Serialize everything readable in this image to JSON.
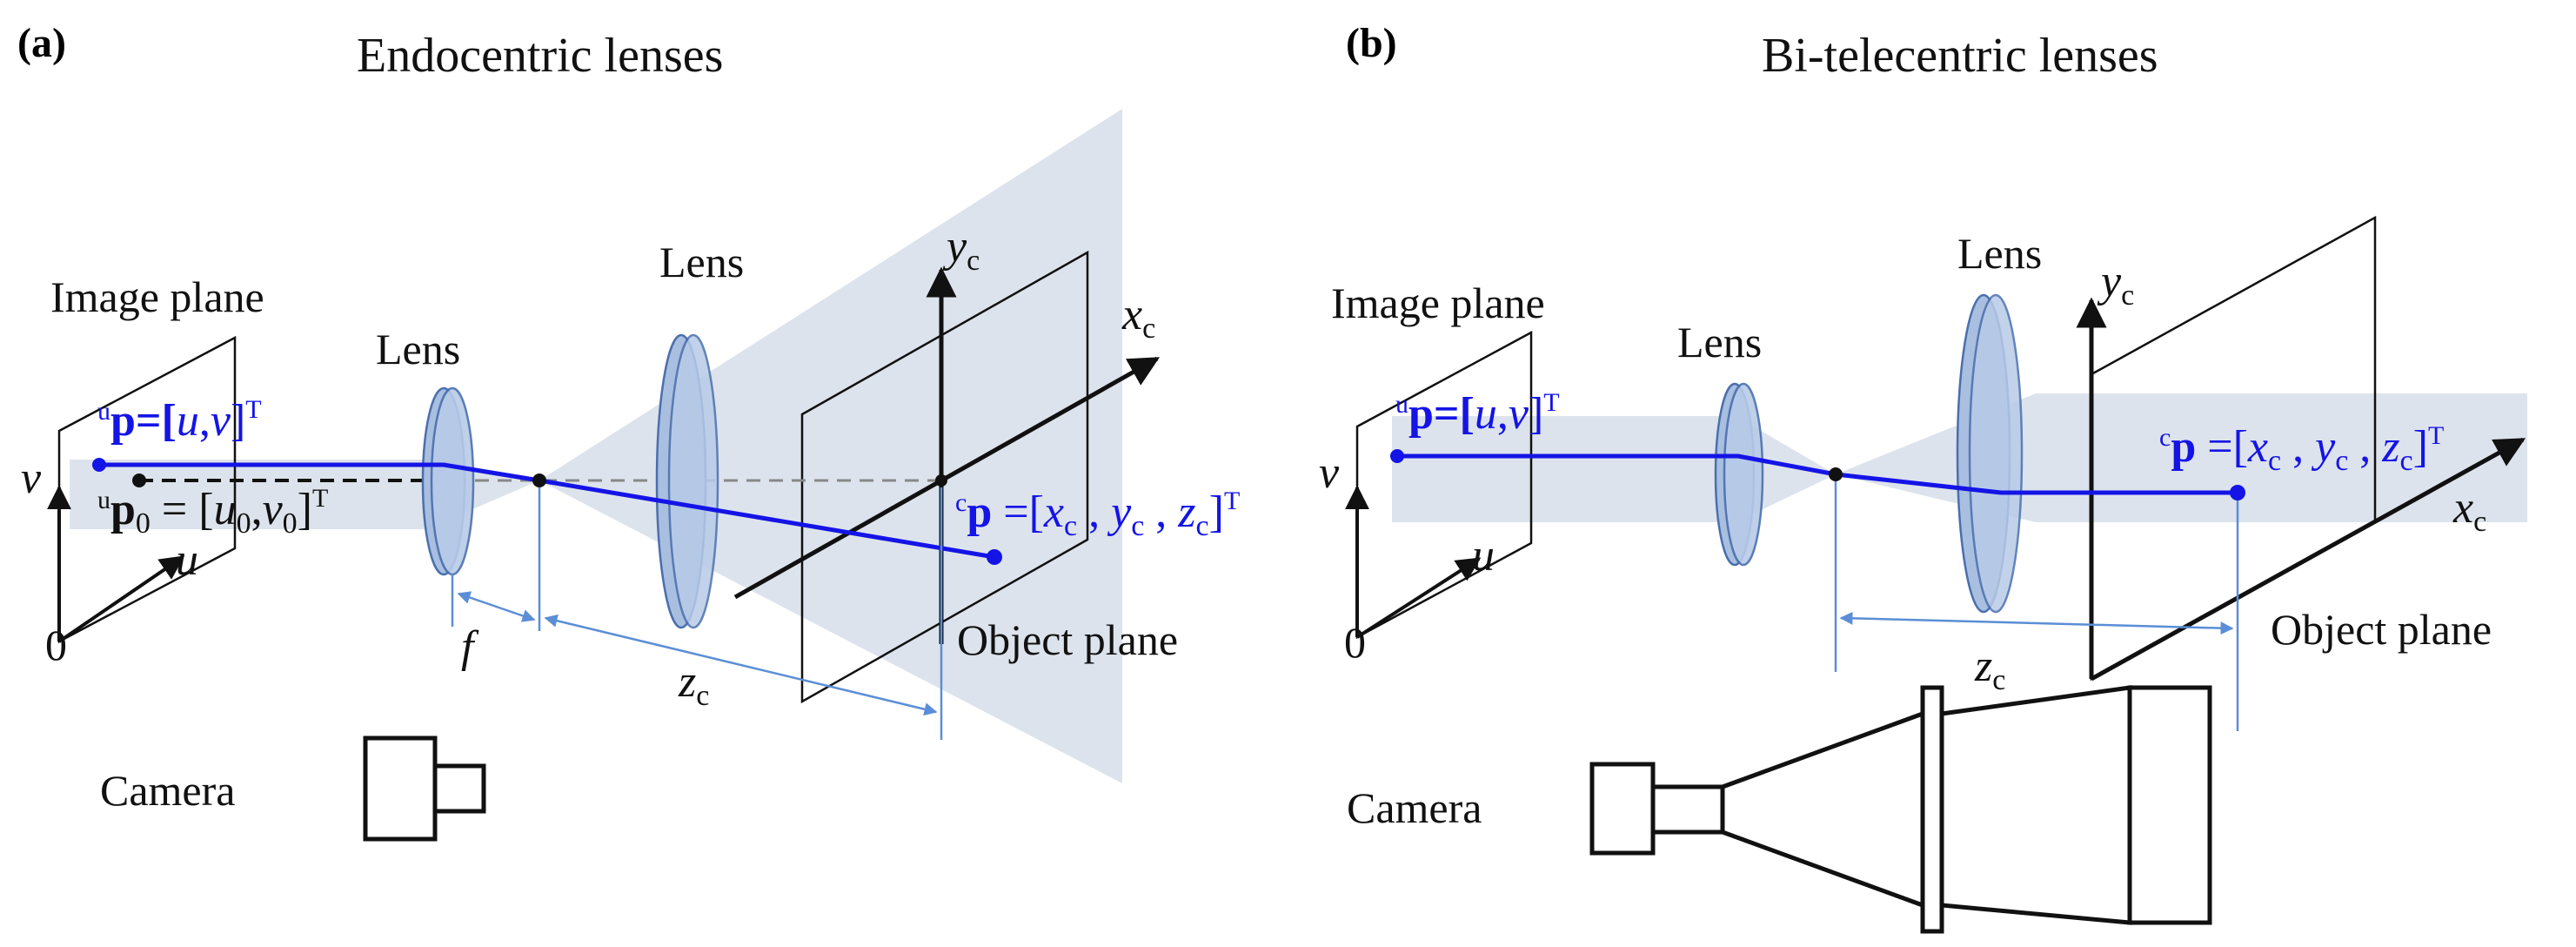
{
  "panel_a": {
    "letter": "(a)",
    "title": "Endocentric lenses",
    "image_plane_label": "Image plane",
    "lens_small_label": "Lens",
    "lens_large_label": "Lens",
    "object_plane_label": "Object plane",
    "camera_label": "Camera",
    "origin_label": "0",
    "axis_u": "u",
    "axis_v": "v",
    "axis_xc": {
      "base": "x",
      "sub": "c"
    },
    "axis_yc": {
      "base": "y",
      "sub": "c"
    },
    "focal_label": "f",
    "zc_label": {
      "base": "z",
      "sub": "c"
    },
    "point_up": {
      "sup": "u",
      "base": "p",
      "eq": "=[",
      "u": "u",
      "comma": ",",
      "v": "v",
      "close": "]",
      "T": "T"
    },
    "point_up0": {
      "sup": "u",
      "base": "p",
      "sub0": "0",
      "eq": " = [",
      "u": "u",
      "u0": "0",
      "comma": ",",
      "v": "v",
      "v0": "0",
      "close": "]",
      "T": "T"
    },
    "point_cp": {
      "sup": "c",
      "base": "p",
      "eq": " =[",
      "x": "x",
      "xs": "c",
      "c1": " , ",
      "y": "y",
      "ys": "c",
      "c2": " , ",
      "z": "z",
      "zs": "c",
      "close": "]",
      "T": "T"
    }
  },
  "panel_b": {
    "letter": "(b)",
    "title": "Bi-telecentric lenses",
    "image_plane_label": "Image plane",
    "lens_small_label": "Lens",
    "lens_large_label": "Lens",
    "object_plane_label": "Object plane",
    "camera_label": "Camera",
    "origin_label": "0",
    "axis_u": "u",
    "axis_v": "v",
    "axis_xc": {
      "base": "x",
      "sub": "c"
    },
    "axis_yc": {
      "base": "y",
      "sub": "c"
    },
    "zc_label": {
      "base": "z",
      "sub": "c"
    },
    "point_up": {
      "sup": "u",
      "base": "p",
      "eq": "=[",
      "u": "u",
      "comma": ",",
      "v": "v",
      "close": "]",
      "T": "T"
    },
    "point_cp": {
      "sup": "c",
      "base": "p",
      "eq": " =[",
      "x": "x",
      "xs": "c",
      "c1": " , ",
      "y": "y",
      "ys": "c",
      "c2": " , ",
      "z": "z",
      "zs": "c",
      "close": "]",
      "T": "T"
    }
  },
  "colors": {
    "ray": "#1414e6",
    "beam": "#dde3ec",
    "lens_fill": "#a9bfe0",
    "lens_stroke": "#4a6fae",
    "dimension": "#5b8ed6",
    "axis": "#111111"
  }
}
